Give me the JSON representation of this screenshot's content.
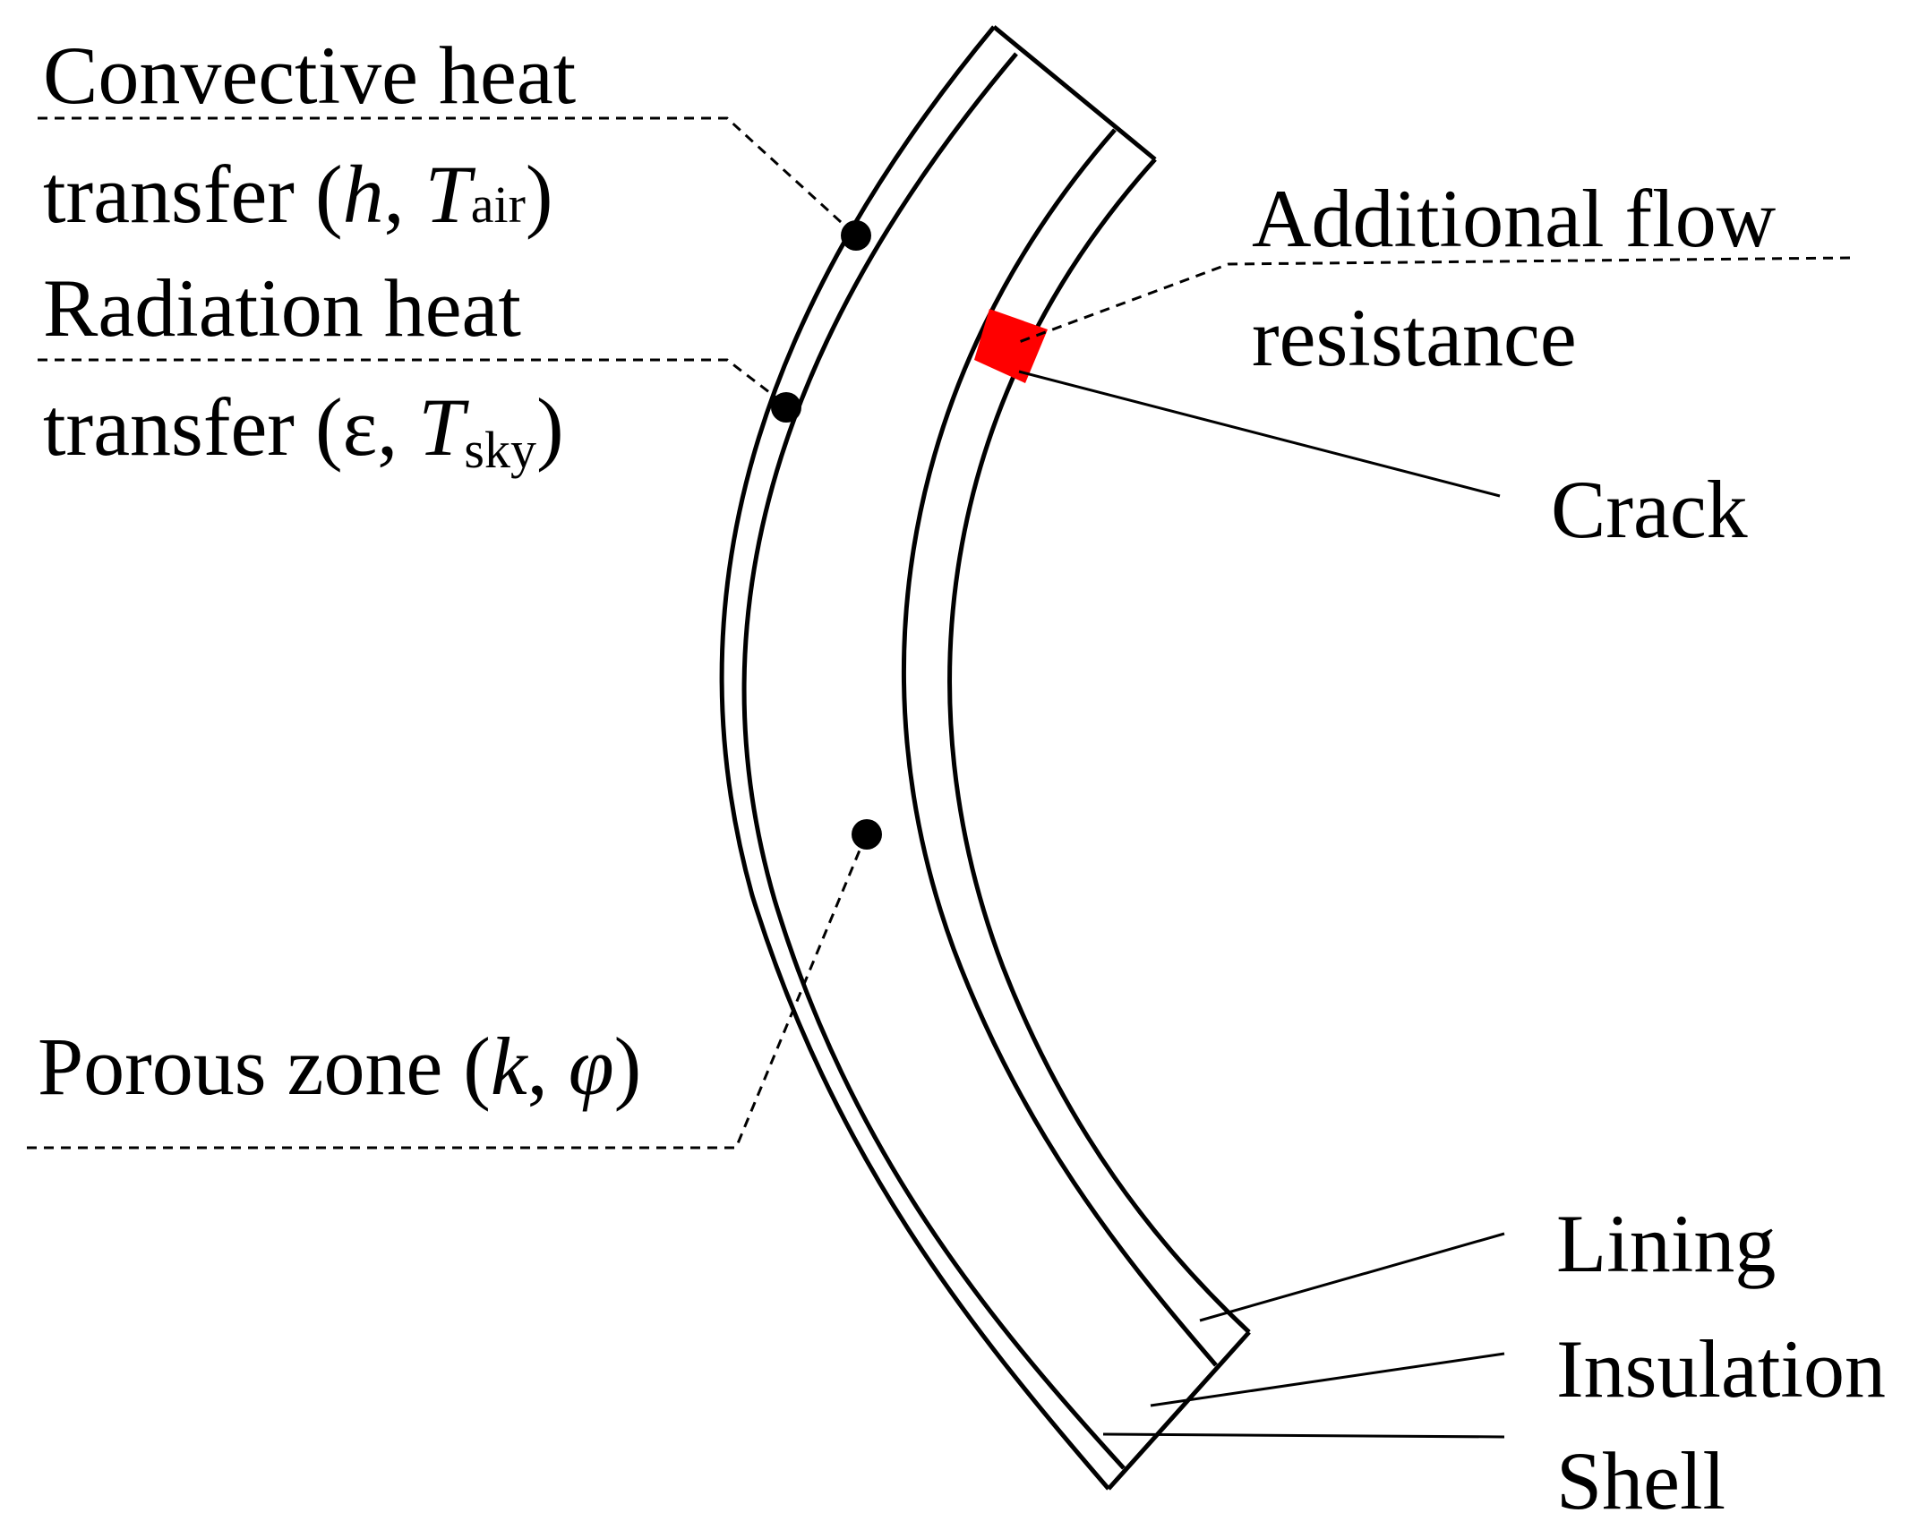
{
  "labels": {
    "convective": {
      "line1": "Convective heat",
      "line2_prefix": "transfer (",
      "param1": "h",
      "sep": ", ",
      "param2": "T",
      "param2_sub": "air",
      "suffix": ")"
    },
    "radiation": {
      "line1": "Radiation heat",
      "line2_prefix": "transfer (",
      "param1": "ε",
      "sep": ", ",
      "param2": "T",
      "param2_sub": "sky",
      "suffix": ")"
    },
    "porous": {
      "prefix": "Porous zone  (",
      "param1": "k",
      "sep": ", ",
      "param2": "φ",
      "suffix": ")"
    },
    "flow_resistance": {
      "line1": "Additional flow",
      "line2": "resistance"
    },
    "crack": "Crack",
    "lining": "Lining",
    "insulation": "Insulation",
    "shell": "Shell"
  },
  "colors": {
    "crack": "#ff0000",
    "line": "#000000"
  }
}
